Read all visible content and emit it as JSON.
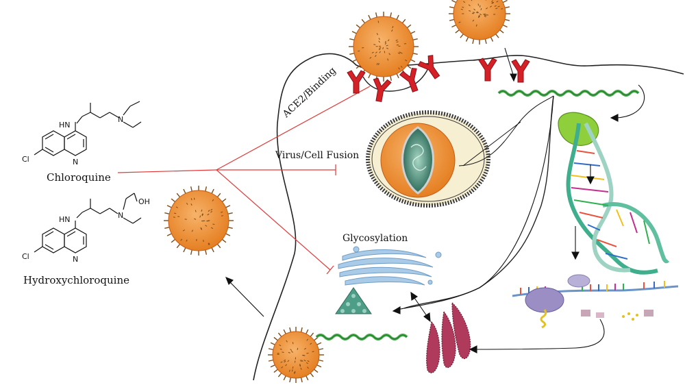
{
  "drugs": {
    "chloroquine": {
      "name": "Chloroquine",
      "atoms": {
        "nh": "HN",
        "n_amine": "N",
        "n_ring": "N",
        "cl": "Cl"
      }
    },
    "hydroxychloroquine": {
      "name": "Hydroxychloroquine",
      "atoms": {
        "nh": "HN",
        "n_amine": "N",
        "oh": "OH",
        "n_ring": "N",
        "cl": "Cl"
      }
    }
  },
  "processes": {
    "binding": "ACE2/Binding",
    "fusion": "Virus/Cell Fusion",
    "glycosylation": "Glycosylation"
  },
  "colors": {
    "virus_fill": "#f0923a",
    "virus_spike": "#7a4a1a",
    "ace2_receptor": "#d42027",
    "inhibition_line": "#e03a3a",
    "rna": "#4caf50",
    "golgi": "#a9cbe8",
    "er": "#b03a5b",
    "ribosome": "#9b8ec4",
    "endosome_ring": "#3a3a3a",
    "endosome_fill": "#f6efd2",
    "membrane": "#222222"
  }
}
